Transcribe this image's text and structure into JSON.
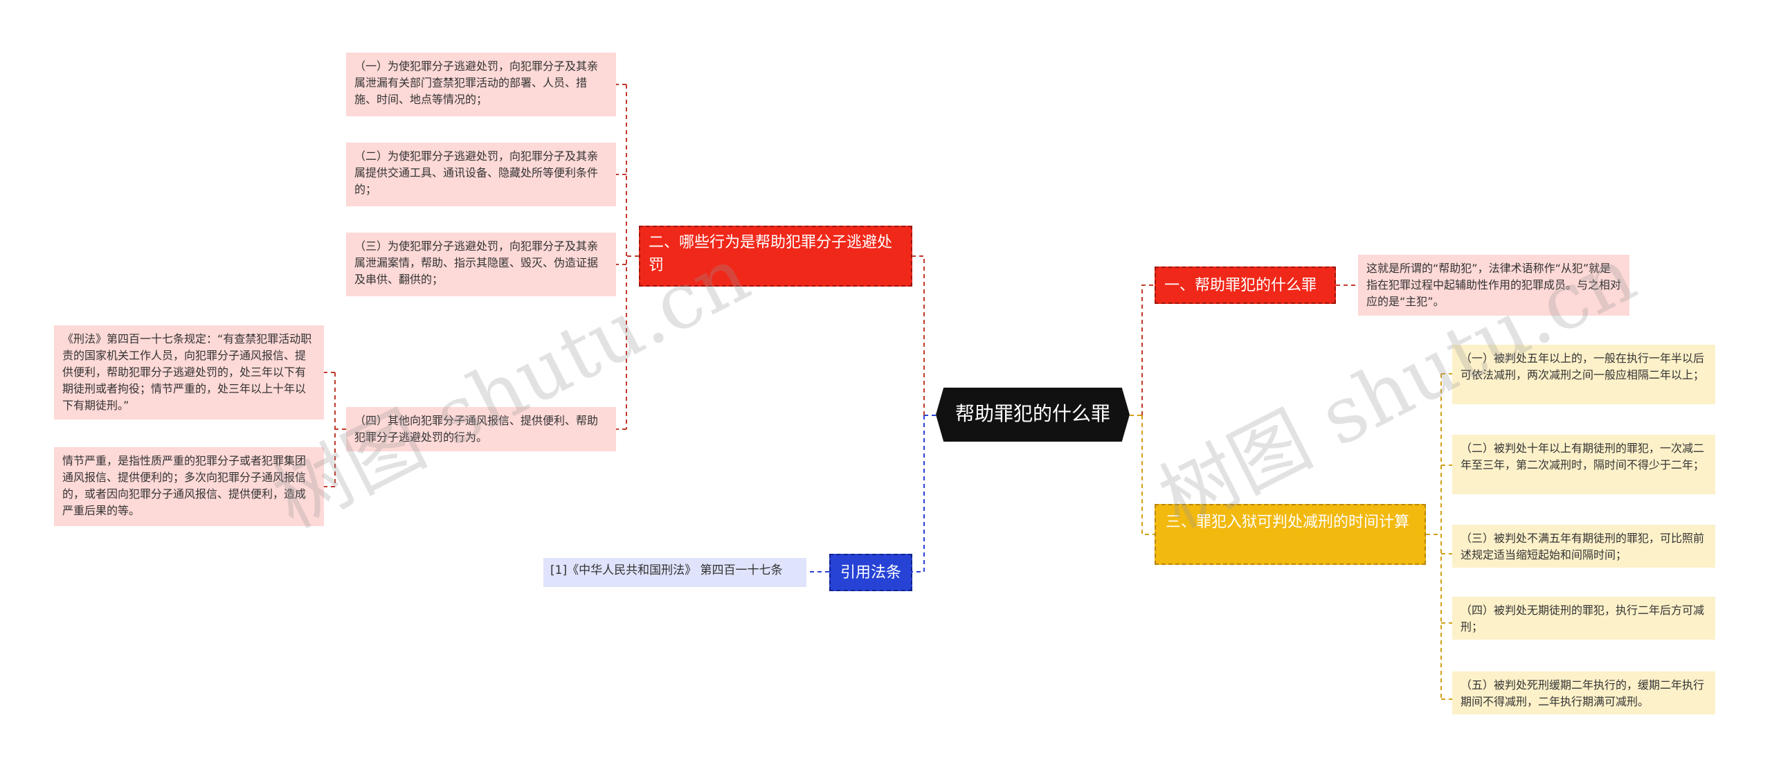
{
  "root": {
    "label": "帮助罪犯的什么罪"
  },
  "branches": {
    "b1": {
      "label": "一、帮助罪犯的什么罪",
      "items": [
        "这就是所谓的“帮助犯”，法律术语称作“从犯”就是指在犯罪过程中起辅助性作用的犯罪成员。与之相对应的是“主犯”。"
      ]
    },
    "b2": {
      "label": "二、哪些行为是帮助犯罪分子逃避处罚",
      "items": [
        "（一）为使犯罪分子逃避处罚，向犯罪分子及其亲属泄漏有关部门查禁犯罪活动的部署、人员、措施、时间、地点等情况的；",
        "（二）为使犯罪分子逃避处罚，向犯罪分子及其亲属提供交通工具、通讯设备、隐藏处所等便利条件的；",
        "（三）为使犯罪分子逃避处罚，向犯罪分子及其亲属泄漏案情，帮助、指示其隐匿、毁灭、伪造证据及串供、翻供的；",
        "（四）其他向犯罪分子通风报信、提供便利、帮助犯罪分子逃避处罚的行为。"
      ],
      "sub_items": [
        "《刑法》第四百一十七条规定：“有查禁犯罪活动职责的国家机关工作人员，向犯罪分子通风报信、提供便利，帮助犯罪分子逃避处罚的，处三年以下有期徒刑或者拘役；情节严重的，处三年以上十年以下有期徒刑。”",
        "情节严重，是指性质严重的犯罪分子或者犯罪集团通风报信、提供便利的；多次向犯罪分子通风报信的，或者因向犯罪分子通风报信、提供便利，造成严重后果的等。"
      ]
    },
    "b3": {
      "label": "三、罪犯入狱可判处减刑的时间计算",
      "items": [
        "（一）被判处五年以上的，一般在执行一年半以后可依法减刑，两次减刑之间一般应相隔二年以上；",
        "（二）被判处十年以上有期徒刑的罪犯，一次减二年至三年，第二次减刑时，隔时间不得少于二年；",
        "（三）被判处不满五年有期徒刑的罪犯，可比照前述规定适当缩短起始和间隔时间；",
        "（四）被判处无期徒刑的罪犯，执行二年后方可减刑；",
        "（五）被判处死刑缓期二年执行的，缓期二年执行期间不得减刑，二年执行期满可减刑。"
      ]
    },
    "b4": {
      "label": "引用法条",
      "items": [
        "[1]《中华人民共和国刑法》 第四百一十七条"
      ]
    }
  },
  "watermark": "树图 shutu.cn",
  "colors": {
    "red": "#f0281a",
    "yellow": "#f2b90f",
    "blue": "#2743d6",
    "root": "#111111"
  }
}
